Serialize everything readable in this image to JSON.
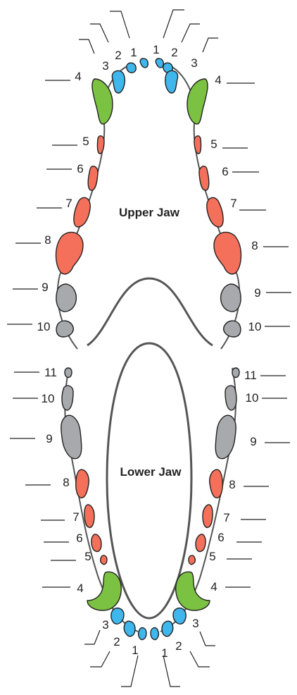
{
  "titles": {
    "upper": "Upper Jaw",
    "lower": "Lower Jaw"
  },
  "colors": {
    "incisor": "#3fb6ec",
    "canine": "#7cc242",
    "premolar": "#f5705a",
    "molar": "#a7a9ac",
    "outline": "#222222",
    "gum": "#555555"
  },
  "upper_jaw": {
    "left": [
      "1",
      "2",
      "3",
      "4",
      "5",
      "6",
      "7",
      "8",
      "9",
      "10"
    ],
    "right": [
      "1",
      "2",
      "3",
      "4",
      "5",
      "6",
      "7",
      "8",
      "9",
      "10"
    ]
  },
  "lower_jaw": {
    "left": [
      "11",
      "10",
      "9",
      "8",
      "7",
      "6",
      "5",
      "4",
      "3",
      "2",
      "1"
    ],
    "right": [
      "11",
      "10",
      "9",
      "8",
      "7",
      "6",
      "5",
      "4",
      "3",
      "2",
      "1"
    ]
  }
}
